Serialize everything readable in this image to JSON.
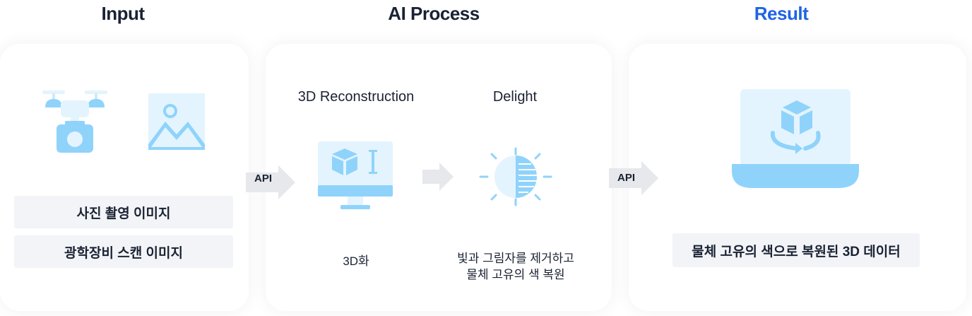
{
  "columns": {
    "input": {
      "title": "Input"
    },
    "process": {
      "title": "AI Process"
    },
    "result": {
      "title": "Result"
    }
  },
  "input": {
    "labels": [
      "사진 촬영 이미지",
      "광학장비 스캔 이미지"
    ],
    "icons": [
      "drone-camera-icon",
      "image-icon"
    ]
  },
  "process": {
    "step1": {
      "title": "3D Reconstruction",
      "desc": "3D화",
      "icon": "monitor-cube-icon"
    },
    "step2": {
      "title": "Delight",
      "desc_line1": "빛과 그림자를 제거하고",
      "desc_line2": "물체 고유의 색 복원",
      "icon": "half-sun-icon"
    }
  },
  "result": {
    "label": "물체 고유의 색으로 복원된 3D 데이터",
    "icon": "laptop-rotating-cube-icon"
  },
  "arrows": {
    "api_label": "API"
  },
  "colors": {
    "icon_fill": "#8fd3fb",
    "icon_light": "#e3f4fe",
    "arrow_gray": "#e6e8ec",
    "accent": "#1f63e6"
  }
}
